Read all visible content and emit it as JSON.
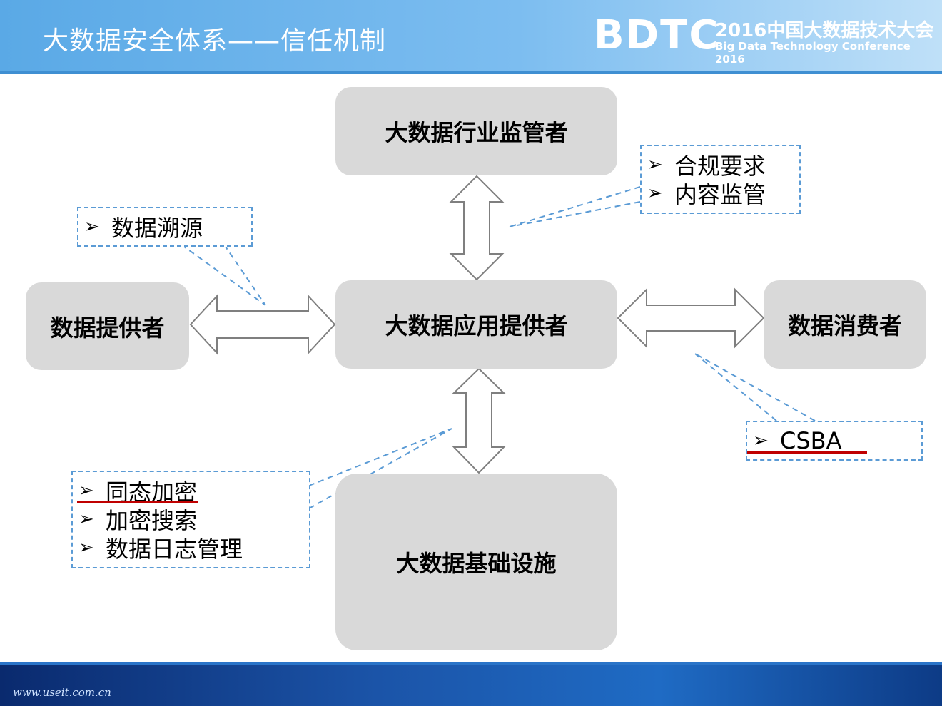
{
  "header": {
    "title": "大数据安全体系——信任机制",
    "logo_main": "BDTC",
    "logo_line1": "2016中国大数据技术大会",
    "logo_line2": "Big Data Technology Conference 2016"
  },
  "nodes": {
    "regulator": "大数据行业监管者",
    "app_provider": "大数据应用提供者",
    "data_provider": "数据提供者",
    "data_consumer": "数据消费者",
    "infrastructure": "大数据基础设施"
  },
  "notes": {
    "traceability": [
      "数据溯源"
    ],
    "regulation": [
      "合规要求",
      "内容监管"
    ],
    "consumer": [
      "CSBA"
    ],
    "infra": [
      "同态加密",
      "加密搜索",
      "数据日志管理"
    ]
  },
  "bullet_symbol": "➢",
  "colors": {
    "header": "#5aa9e6",
    "box_fill": "#d9d9d9",
    "dash": "#5b9bd5",
    "underline": "#c00000"
  },
  "footer": {
    "url": "www.useit.com.cn"
  }
}
